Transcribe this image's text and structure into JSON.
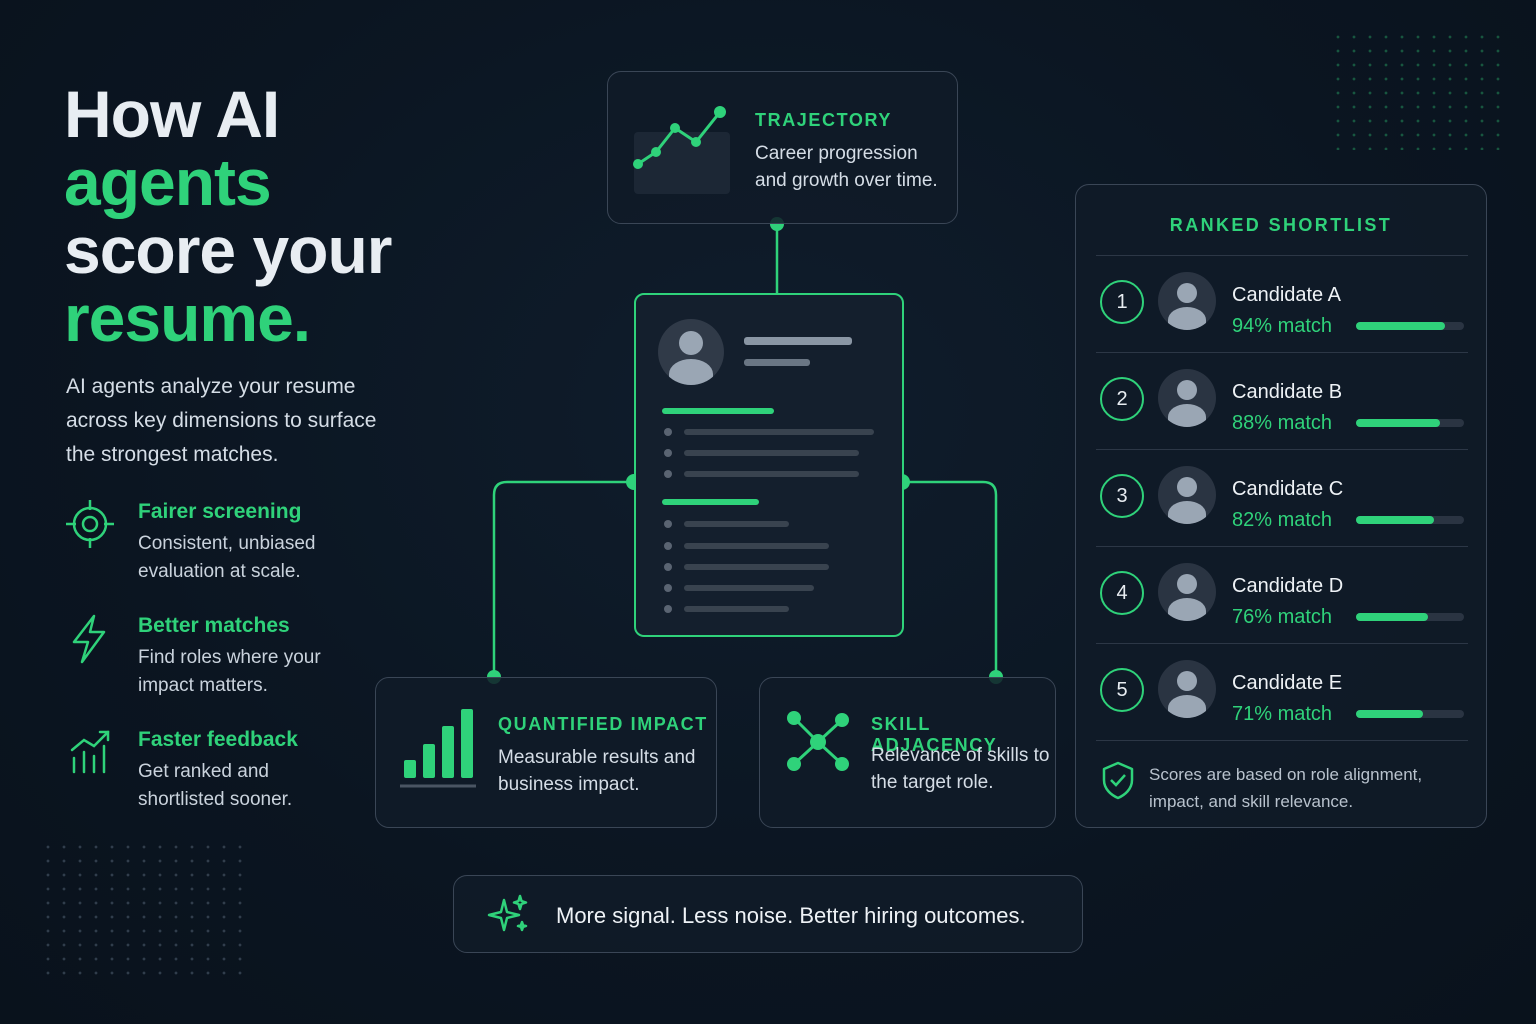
{
  "headline": {
    "line1": "How AI",
    "line2": "agents",
    "line3": "score your",
    "line4": "resume."
  },
  "intro": "AI agents analyze your resume across key dimensions to surface the strongest matches.",
  "benefits": [
    {
      "icon": "target-icon",
      "title": "Fairer screening",
      "desc": "Consistent, unbiased evaluation at scale."
    },
    {
      "icon": "lightning-icon",
      "title": "Better matches",
      "desc": "Find roles where your impact matters."
    },
    {
      "icon": "growth-chart-icon",
      "title": "Faster feedback",
      "desc": "Get ranked and shortlisted sooner."
    }
  ],
  "dimensions": {
    "trajectory": {
      "title": "TRAJECTORY",
      "desc": "Career progression and growth over time.",
      "icon": "line-chart-icon"
    },
    "impact": {
      "title": "QUANTIFIED IMPACT",
      "desc": "Measurable results and business impact.",
      "icon": "bar-chart-icon"
    },
    "skills": {
      "title": "SKILL ADJACENCY",
      "desc": "Relevance of skills to the target role.",
      "icon": "network-icon"
    }
  },
  "shortlist": {
    "title": "RANKED SHORTLIST",
    "candidates": [
      {
        "rank": "1",
        "name": "Candidate A",
        "match": "94% match",
        "score": 0.94
      },
      {
        "rank": "2",
        "name": "Candidate B",
        "match": "88% match",
        "score": 0.88
      },
      {
        "rank": "3",
        "name": "Candidate C",
        "match": "82% match",
        "score": 0.82
      },
      {
        "rank": "4",
        "name": "Candidate D",
        "match": "76% match",
        "score": 0.76
      },
      {
        "rank": "5",
        "name": "Candidate E",
        "match": "71% match",
        "score": 0.71
      }
    ],
    "note": "Scores are based on role alignment, impact, and skill relevance."
  },
  "tagline": "More signal. Less noise. Better hiring outcomes.",
  "colors": {
    "accent": "#2fd27a",
    "background": "#0b1522",
    "card_border": "#3a4656"
  }
}
